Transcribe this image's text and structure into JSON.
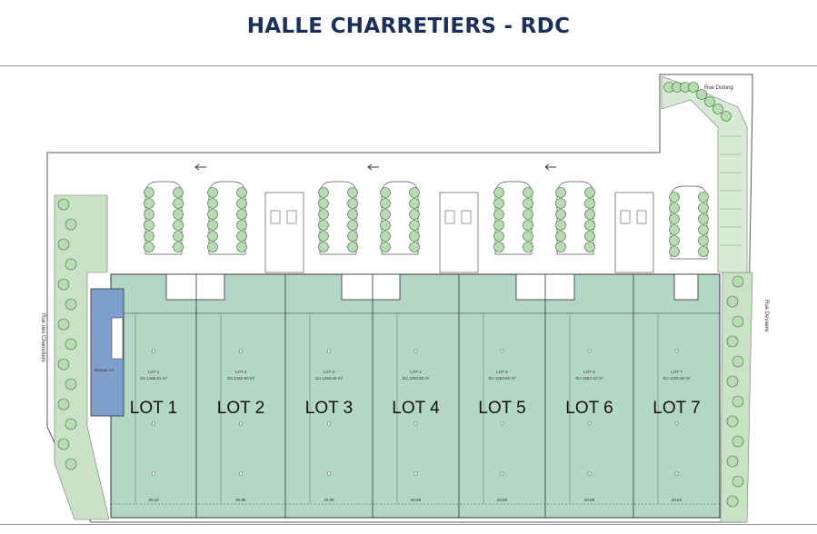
{
  "title": "HALLE CHARRETIERS - RDC",
  "streets": {
    "left": "Rue des Charretiers",
    "right": "Rue Devaere",
    "top_right": "Rue Dulong"
  },
  "office_label": "Bureau 1A",
  "lots": [
    {
      "label": "LOT 1",
      "small": "LOT 1",
      "area": "SU 1165.81 m²",
      "width": "20.63"
    },
    {
      "label": "LOT 2",
      "small": "LOT 2",
      "area": "SU 1262.90 m²",
      "width": "20.85"
    },
    {
      "label": "LOT 3",
      "small": "LOT 3",
      "area": "SU 1263.46 m²",
      "width": "20.85"
    },
    {
      "label": "LOT 4",
      "small": "LOT 4",
      "area": "SU 1263.60 m²",
      "width": "20.85"
    },
    {
      "label": "LOT 5",
      "small": "LOT 5",
      "area": "SU 1263.66 m²",
      "width": "20.85"
    },
    {
      "label": "LOT 6",
      "small": "LOT 6",
      "area": "SU 1262.92 m²",
      "width": "20.85"
    },
    {
      "label": "LOT 7",
      "small": "LOT 7",
      "area": "SU 1225.46 m²",
      "width": "20.63"
    }
  ],
  "colors": {
    "title": "#1b2f5e",
    "lot_fill": "#b3d6c6",
    "office_fill": "#7e9fcc",
    "greenery": "#c9e2c5",
    "outline": "#333333"
  }
}
